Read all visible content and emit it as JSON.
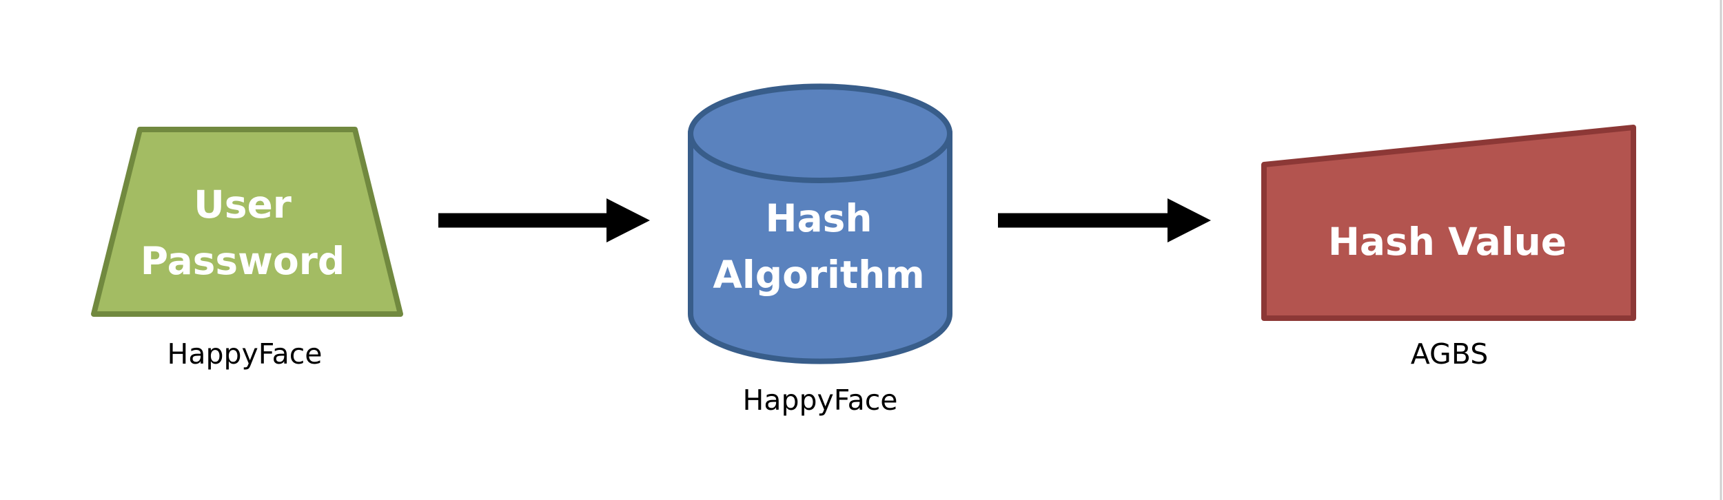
{
  "nodes": {
    "password": {
      "line1": "User",
      "line2": "Password",
      "caption": "HappyFace",
      "fill": "#9BBB59",
      "stroke": "#71893F"
    },
    "algorithm": {
      "line1": "Hash",
      "line2": "Algorithm",
      "caption": "HappyFace",
      "fill": "#4F81BD",
      "stroke": "#385D8A"
    },
    "hash_value": {
      "label": "Hash Value",
      "caption": "AGBS",
      "fill": "#C0504D",
      "stroke": "#8C3836"
    }
  },
  "arrow_color": "#000000",
  "frame_border_color": "#D0D0D0"
}
